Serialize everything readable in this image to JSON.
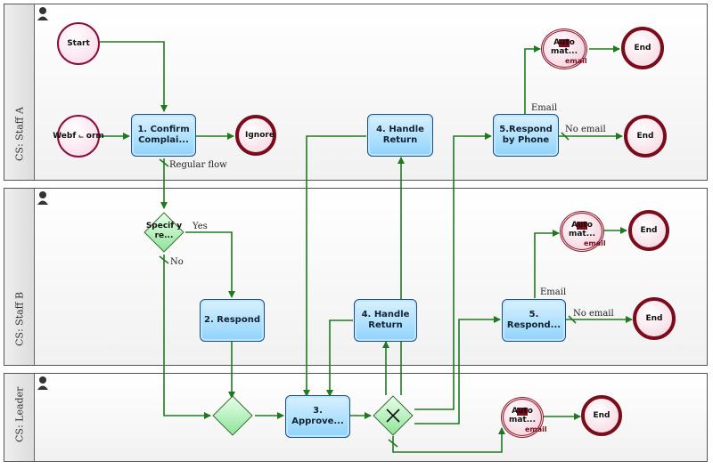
{
  "lanes": [
    {
      "label": "CS: Staff A"
    },
    {
      "label": "CS: Staff B"
    },
    {
      "label": "CS: Leader"
    }
  ],
  "nodes": {
    "start": "Start",
    "webform": "Webf ⨽ orm",
    "confirm": "1. Confirm Complai...",
    "ignore": "Ignore",
    "handle_return_a": "4. Handle Return",
    "respond_phone": "5.Respond by Phone",
    "auto_a": "Auto mat...",
    "end_a1": "End",
    "end_a2": "End",
    "specify": "Specif y re...",
    "respond_b": "2. Respond",
    "handle_return_b": "4. Handle Return",
    "respond_b5": "5. Respond...",
    "auto_b": "Auto mat...",
    "end_b1": "End",
    "end_b2": "End",
    "approve": "3. Approve...",
    "auto_c": "Auto mat...",
    "end_c": "End"
  },
  "email_caption": "email",
  "edge_labels": {
    "regular_flow": "Regular flow",
    "yes": "Yes",
    "no": "No",
    "email_a": "Email",
    "no_email_a": "No email",
    "email_b": "Email",
    "no_email_b": "No email"
  },
  "colors": {
    "flow": "#1f7a1f",
    "task_border": "#1a4f8a",
    "end_border": "#7a0c1c"
  }
}
